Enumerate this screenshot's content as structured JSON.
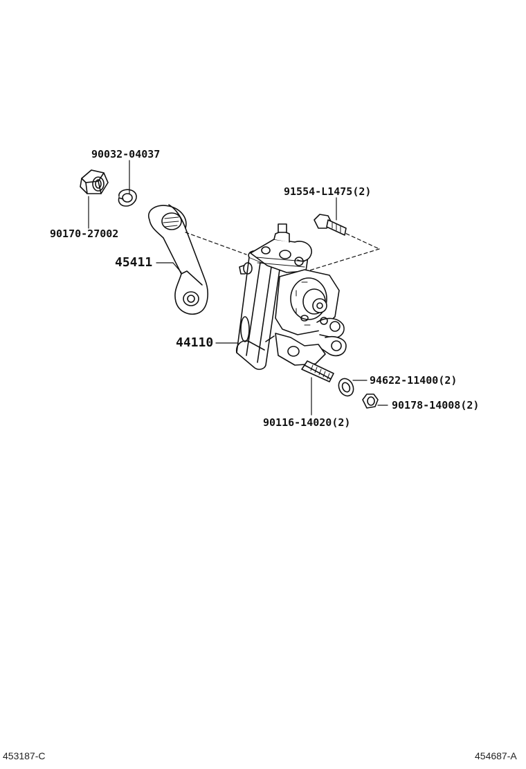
{
  "labels": {
    "p_90032_04037": "90032-04037",
    "p_91554_l1475": "91554-L1475(2)",
    "p_90170_27002": "90170-27002",
    "p_45411": "45411",
    "p_44110": "44110",
    "p_94622_11400": "94622-11400(2)",
    "p_90178_14008": "90178-14008(2)",
    "p_90116_14020": "90116-14020(2)"
  },
  "footer": {
    "left_ref": "453187-C",
    "right_ref": "454687-A"
  }
}
